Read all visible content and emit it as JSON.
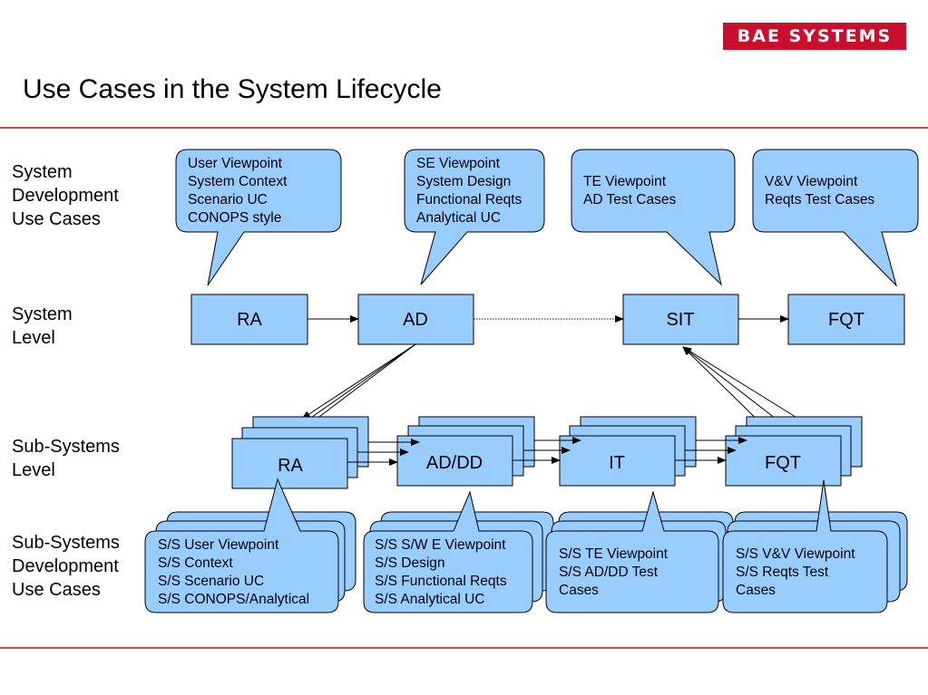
{
  "logo": "BAE SYSTEMS",
  "title": "Use Cases in the System Lifecycle",
  "row_labels": [
    [
      "System",
      "Development",
      "Use Cases"
    ],
    [
      "System",
      "Level"
    ],
    [
      "Sub-Systems",
      "Level"
    ],
    [
      "Sub-Systems",
      "Development",
      "Use Cases"
    ]
  ],
  "system_callouts": [
    [
      "User Viewpoint",
      "System Context",
      "Scenario UC",
      "CONOPS style"
    ],
    [
      "SE Viewpoint",
      "System Design",
      "Functional Reqts",
      "Analytical UC"
    ],
    [
      "TE Viewpoint",
      "AD Test Cases"
    ],
    [
      "V&V Viewpoint",
      "Reqts Test Cases"
    ]
  ],
  "system_boxes": [
    "RA",
    "AD",
    "SIT",
    "FQT"
  ],
  "subsystem_boxes": [
    "RA",
    "AD/DD",
    "IT",
    "FQT"
  ],
  "subsystem_callouts": [
    [
      "S/S User Viewpoint",
      "S/S Context",
      "S/S Scenario UC",
      "S/S CONOPS/Analytical"
    ],
    [
      "S/S S/W E Viewpoint",
      "S/S Design",
      "S/S Functional Reqts",
      "S/S Analytical UC"
    ],
    [
      "S/S TE Viewpoint",
      "S/S AD/DD Test",
      "Cases"
    ],
    [
      "S/S V&V Viewpoint",
      "S/S Reqts Test",
      "Cases"
    ]
  ],
  "colors": {
    "box_fill": "#99ccff",
    "stroke": "#000000",
    "rule": "#e0453a",
    "logo_bg": "#c8102e"
  }
}
